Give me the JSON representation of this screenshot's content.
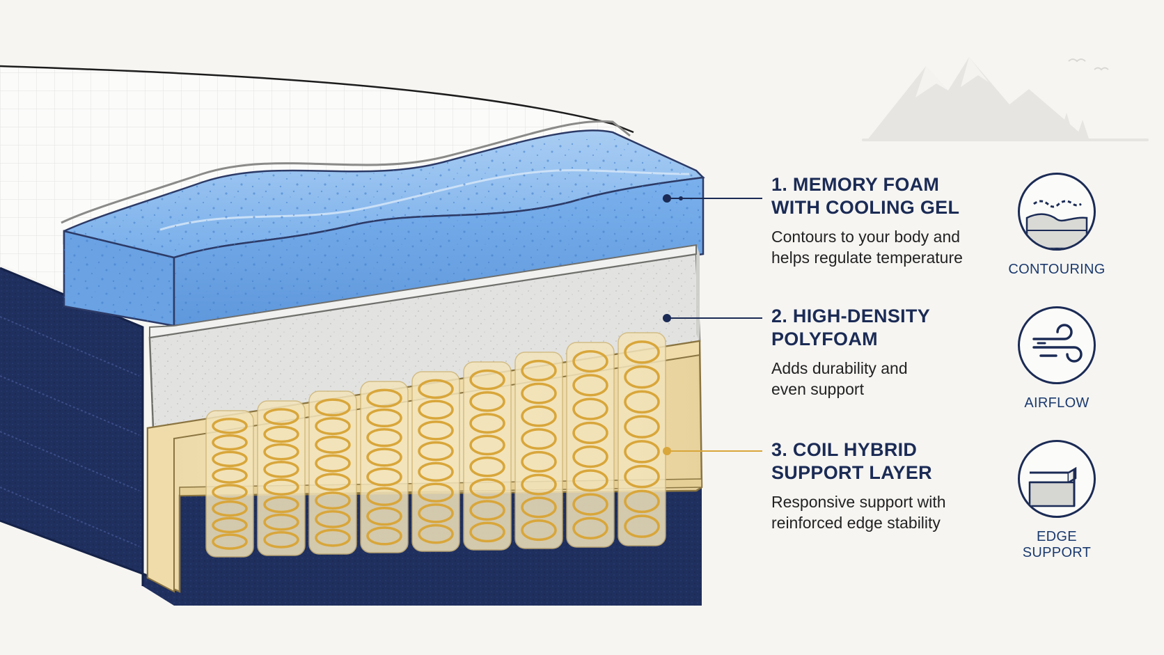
{
  "layers": [
    {
      "title": "1. MEMORY FOAM\nWITH COOLING GEL",
      "description": "Contours to your body and\nhelps regulate temperature",
      "color": "#6fa8e6"
    },
    {
      "title": "2. HIGH-DENSITY\nPOLYFOAM",
      "description": "Adds durability and\neven support",
      "color": "#d8d8d6"
    },
    {
      "title": "3. COIL HYBRID\nSUPPORT LAYER",
      "description": "Responsive support with\nreinforced edge stability",
      "color": "#d8a63a"
    }
  ],
  "features": [
    {
      "label": "CONTOURING",
      "icon": "contouring-icon"
    },
    {
      "label": "AIRFLOW",
      "icon": "airflow-icon"
    },
    {
      "label": "EDGE SUPPORT",
      "icon": "edge-support-icon"
    }
  ],
  "colors": {
    "navy": "#1b2b55",
    "background": "#f6f5f2",
    "gel_blue": "#6fa8e6",
    "coil_gold": "#d8a63a"
  }
}
